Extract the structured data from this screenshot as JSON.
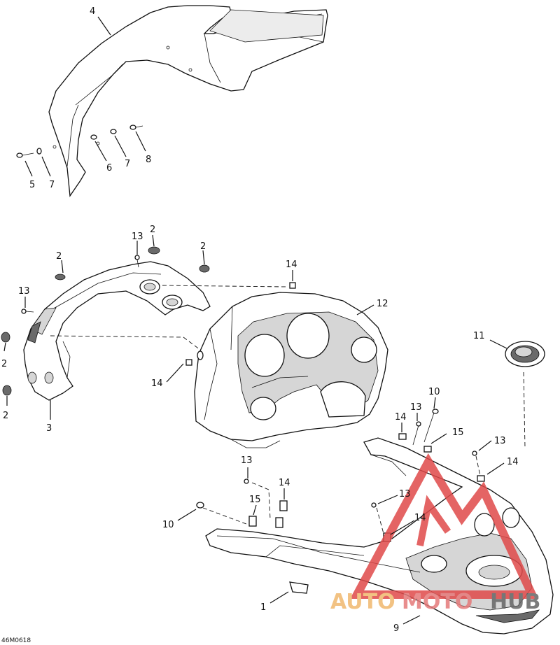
{
  "diagram": {
    "drawing_code": "46M0618",
    "watermark": {
      "part1": "AUTO",
      "part2": "MOTO",
      "part3": "HUB"
    },
    "callouts": [
      {
        "id": "c4",
        "label": "4"
      },
      {
        "id": "c5",
        "label": "5"
      },
      {
        "id": "c7a",
        "label": "7"
      },
      {
        "id": "c6",
        "label": "6"
      },
      {
        "id": "c7b",
        "label": "7"
      },
      {
        "id": "c8",
        "label": "8"
      },
      {
        "id": "c13a",
        "label": "13"
      },
      {
        "id": "c2a",
        "label": "2"
      },
      {
        "id": "c2b",
        "label": "2"
      },
      {
        "id": "c2c",
        "label": "2"
      },
      {
        "id": "c13b",
        "label": "13"
      },
      {
        "id": "c14a",
        "label": "14"
      },
      {
        "id": "c12",
        "label": "12"
      },
      {
        "id": "c2d",
        "label": "2"
      },
      {
        "id": "c2e",
        "label": "2"
      },
      {
        "id": "c3",
        "label": "3"
      },
      {
        "id": "c14b",
        "label": "14"
      },
      {
        "id": "c11",
        "label": "11"
      },
      {
        "id": "c10a",
        "label": "10"
      },
      {
        "id": "c13c",
        "label": "13"
      },
      {
        "id": "c14c",
        "label": "14"
      },
      {
        "id": "c15a",
        "label": "15"
      },
      {
        "id": "c13d",
        "label": "13"
      },
      {
        "id": "c14d",
        "label": "14"
      },
      {
        "id": "c13e",
        "label": "13"
      },
      {
        "id": "c14e",
        "label": "14"
      },
      {
        "id": "c15b",
        "label": "15"
      },
      {
        "id": "c13f",
        "label": "13"
      },
      {
        "id": "c10b",
        "label": "10"
      },
      {
        "id": "c14f",
        "label": "14"
      },
      {
        "id": "c1",
        "label": "1"
      },
      {
        "id": "c9",
        "label": "9"
      }
    ]
  }
}
